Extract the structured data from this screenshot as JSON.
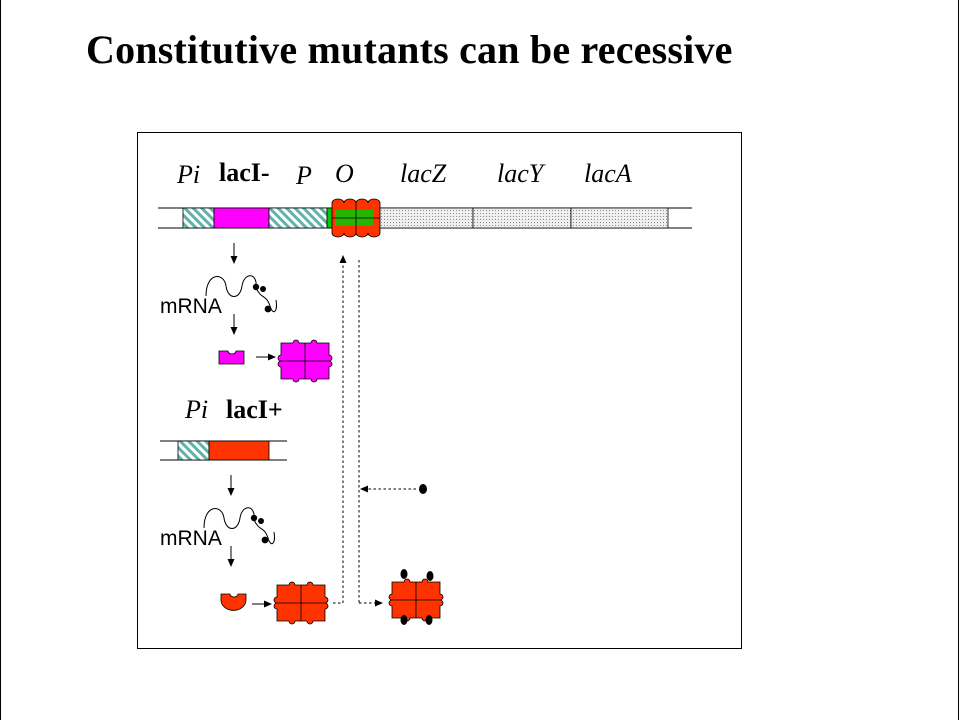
{
  "title": "Constitutive mutants can be recessive",
  "labels": {
    "pi_top": "Pi",
    "laci_minus": "lacI-",
    "p": "P",
    "o": "O",
    "lacz": "lacZ",
    "lacy": "lacY",
    "laca": "lacA",
    "mrna_top": "mRNA",
    "pi_bottom": "Pi",
    "laci_plus": "lacI+",
    "mrna_bottom": "mRNA"
  },
  "colors": {
    "promoter_hatch": "#5fb3a8",
    "laci_mutant": "#ff00ff",
    "laci_wildtype": "#ff3300",
    "operator": "#00cc00",
    "structural_genes": "#e6e6e6",
    "repressor_mutant": "#ff00ff",
    "repressor_wildtype": "#ff3300",
    "inducer": "#000000"
  }
}
